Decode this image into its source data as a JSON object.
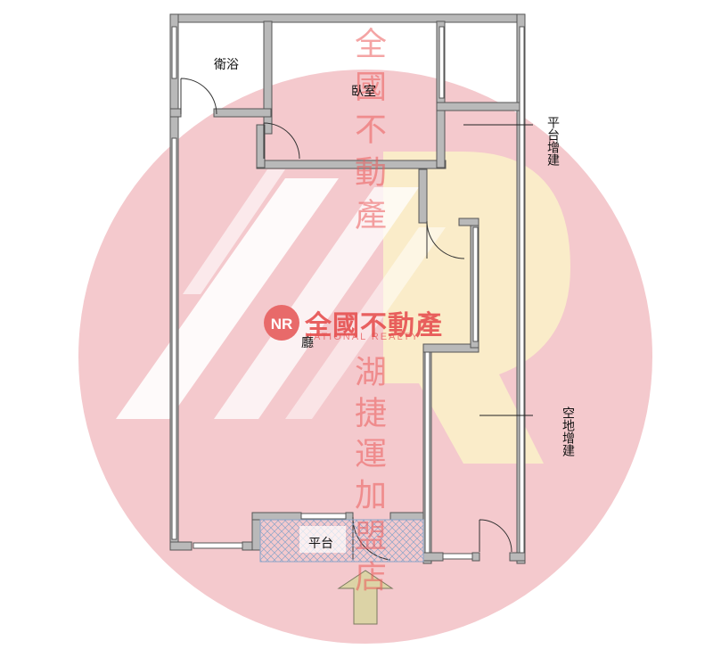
{
  "rooms": {
    "bathroom": "衛浴",
    "bedroom": "臥室",
    "living": "廳",
    "balcony": "平台"
  },
  "annotations": {
    "platform_addition": "平台增建",
    "open_space_addition": "空地增建"
  },
  "watermark": {
    "vertical_top": "全國不動產",
    "vertical_bottom": "湖捷運加盟店",
    "brand": "全國不動產",
    "brand_sub": "NATIONAL REALTY",
    "logo_letters": "NR"
  },
  "colors": {
    "wall_fill": "#b9b9b9",
    "wall_stroke": "#555555",
    "watermark_red": "#f3c7cc",
    "watermark_yellow": "#fbf0c9",
    "entry_arrow": "#d9d2a8"
  },
  "icons": [
    "entry-arrow-icon",
    "door-swing-icon",
    "window-icon",
    "logo-icon"
  ]
}
